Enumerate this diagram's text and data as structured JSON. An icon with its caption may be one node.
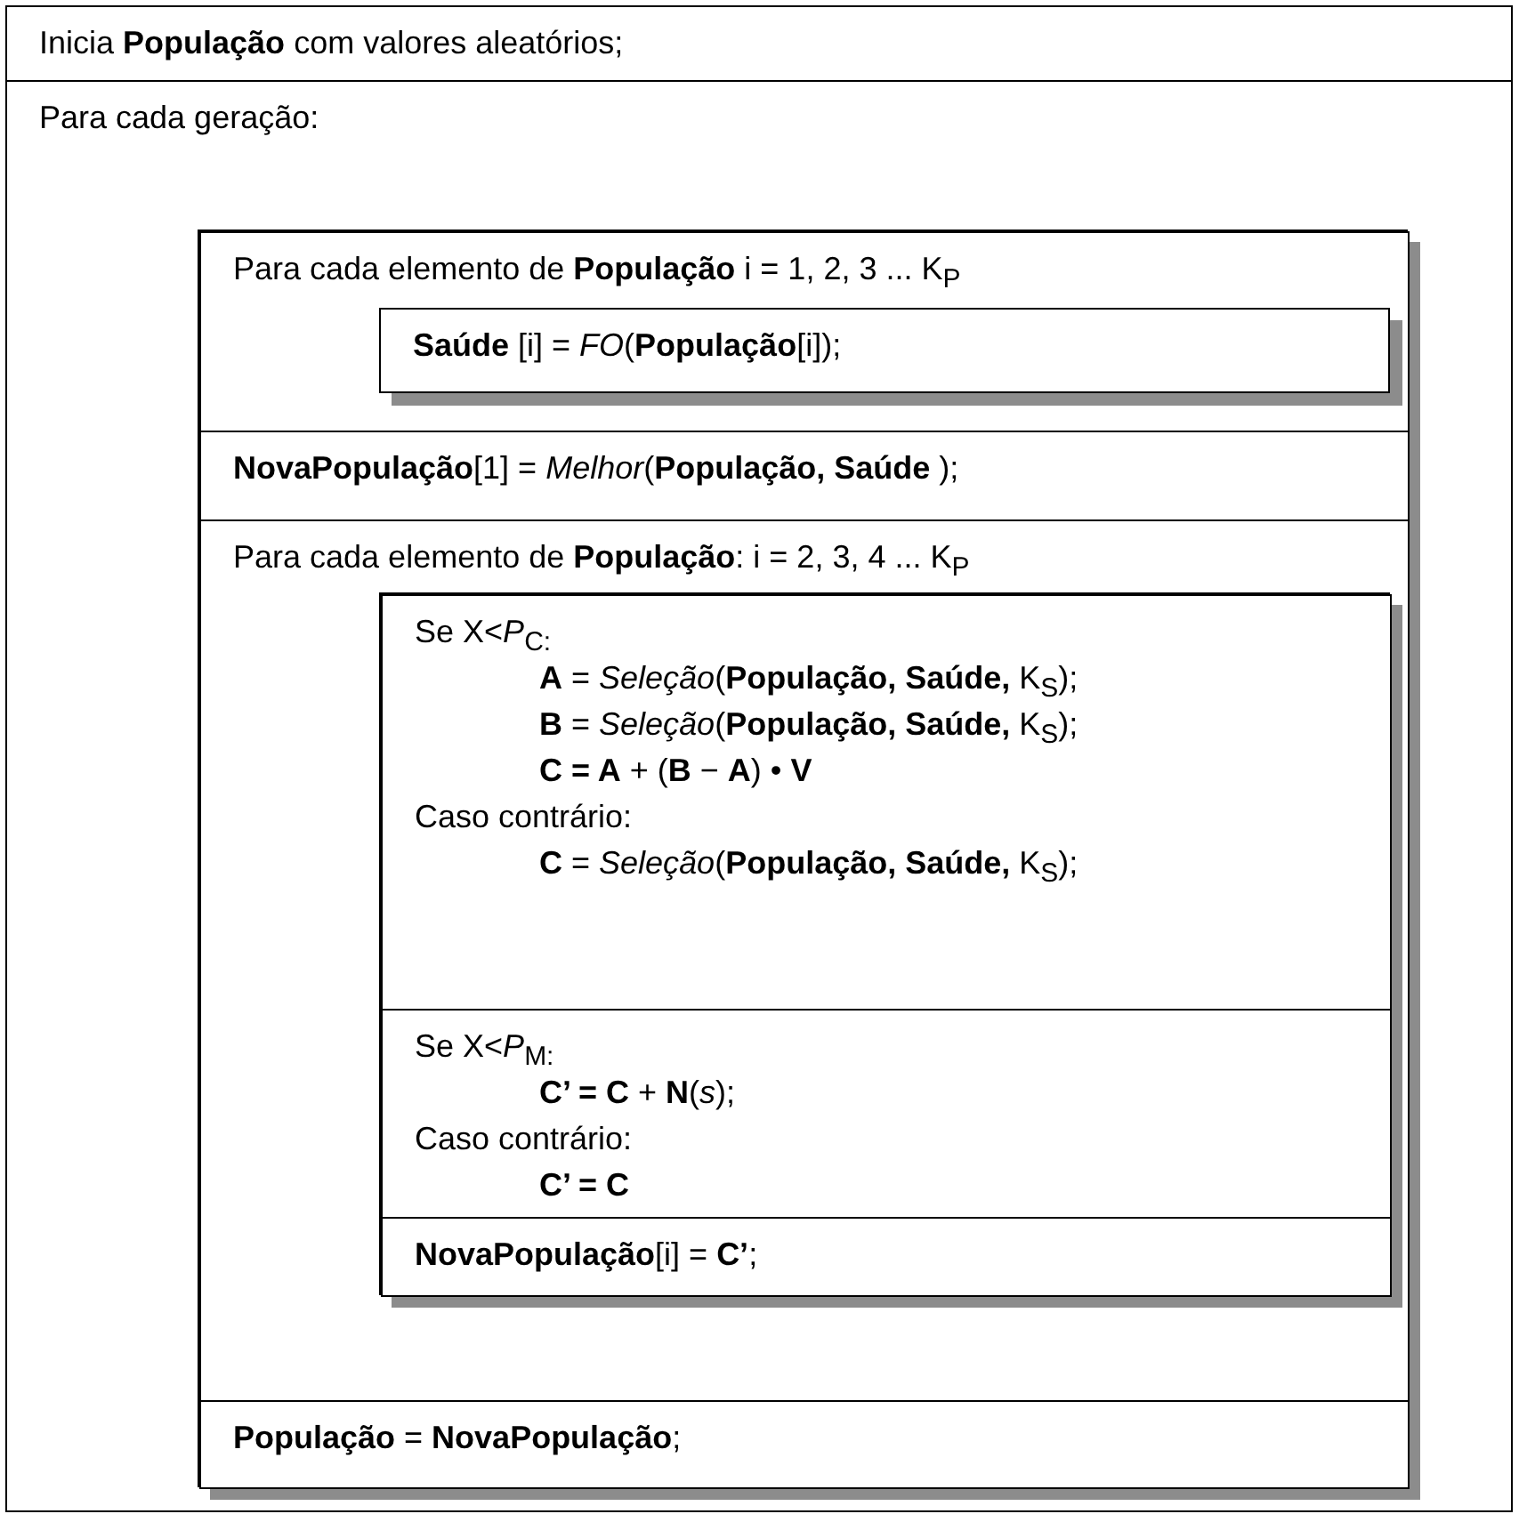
{
  "diagram": {
    "nodes": [
      {
        "text": [
          "Inicia **População** com valores aleatórios;"
        ]
      },
      {
        "text": [
          "Para cada geração:"
        ]
      },
      {
        "text": [],
        "shape": "box",
        "in": 1
      },
      {
        "text": [
          "Para cada elemento de **População** i = 1, 2, 3 ... K$_{P}$"
        ],
        "in": 2
      },
      {
        "text": [
          "**Saúde** [i] = *FO*(**População**[i]);"
        ],
        "in": 3
      },
      {
        "text": [
          "**NovaPopulação**[1] = *Melhor*(**População, Saúde** );"
        ],
        "in": 2
      },
      {
        "text": [
          "Para cada elemento de **População**: i = 2, 3, 4 ... K$_{P}$"
        ],
        "in": 2
      },
      {
        "text": [],
        "shape": "box",
        "in": 6
      },
      {
        "text": [
          "Se X<*P*$_{C:}$",
          "**A** = *Seleção*(**População, Saúde,** K$_{S}$);",
          "**B** = *Seleção*(**População, Saúde,** K$_{S}$);",
          "**C = A** + (**B** − **A**) • **V**",
          "Caso contrário:",
          "**C** = *Seleção*(**População, Saúde,** K$_{S}$);"
        ],
        "in": 7
      },
      {
        "text": [
          "Se X<*P*$_{M:}$",
          "**C’ = C** + **N**(*s*);",
          "Caso contrário:",
          "**C’ = C**"
        ],
        "in": 7
      },
      {
        "text": [
          "**NovaPopulação**[i] = **C’**;"
        ],
        "in": 7
      },
      {
        "text": [
          "**População** = **NovaPopulação**;"
        ],
        "in": 2
      }
    ]
  }
}
